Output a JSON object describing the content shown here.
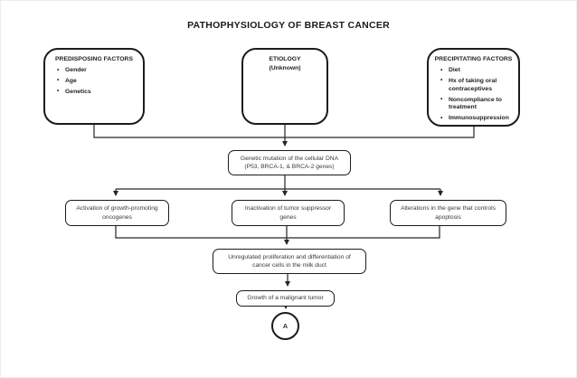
{
  "title": "PATHOPHYSIOLOGY OF BREAST CANCER",
  "colors": {
    "ink": "#1c1c1c",
    "text": "#3a3a3a",
    "background": "#ffffff"
  },
  "top_row": {
    "predisposing": {
      "heading": "PREDISPOSING FACTORS",
      "items": [
        "Gender",
        "Age",
        "Genetics"
      ]
    },
    "etiology": {
      "heading": "ETIOLOGY",
      "subheading": "(Unknown)"
    },
    "precipitating": {
      "heading": "PRECIPITATING FACTORS",
      "items": [
        "Diet",
        "Hx of taking oral contraceptives",
        "Noncompliance to treatment",
        "Immunosuppression"
      ]
    }
  },
  "flow": {
    "genetic_mutation": "Genetic mutation of the cellular DNA (P53, BRCA-1, & BRCA-2 genes)",
    "activation": "Activation of growth-promoting oncogenes",
    "inactivation": "Inactivation of tumor suppressor genes",
    "alterations": "Alterations in the gene that controls apoptosis",
    "proliferation": "Unregulated proliferation and differentiation of cancer cells in the milk duct",
    "growth": "Growth of a malignant tumor",
    "terminal_connector": "A"
  }
}
